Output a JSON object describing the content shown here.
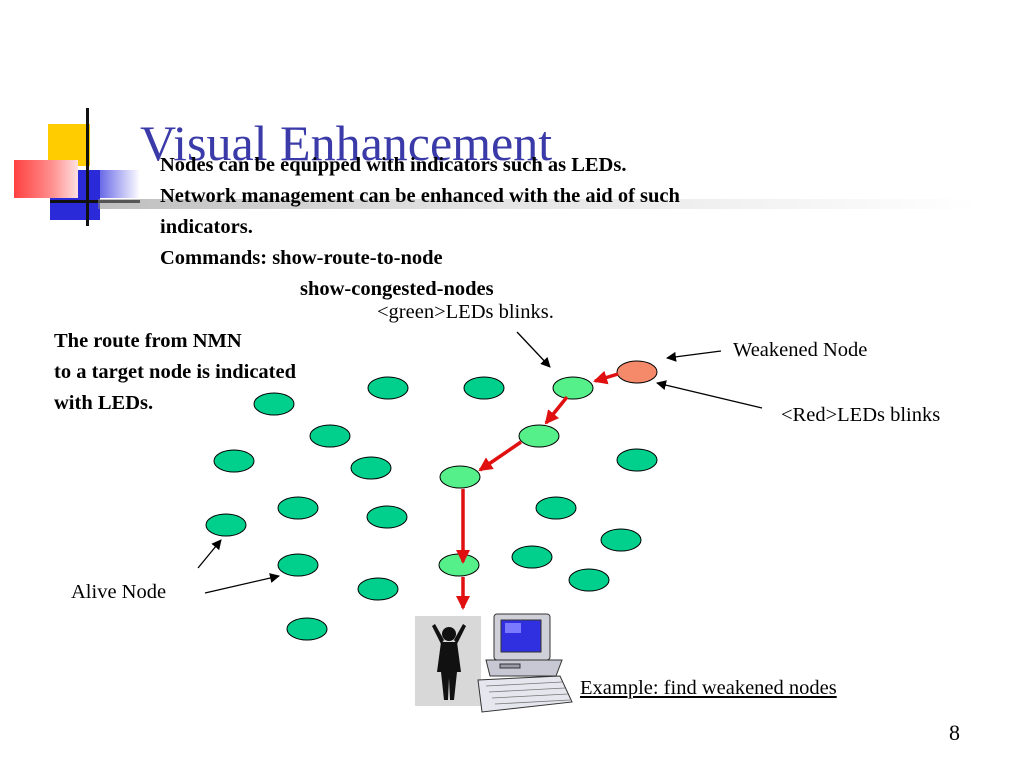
{
  "slide": {
    "title": "Visual Enhancement",
    "page_number": "8"
  },
  "bullets": [
    "Nodes can be equipped with  indicators such as LEDs.",
    "Network management can be enhanced with the aid of such",
    "indicators.",
    "Commands: show-route-to-node",
    "show-congested-nodes"
  ],
  "labels": {
    "green_leds": "<green>LEDs blinks.",
    "weakened_node": "Weakened Node",
    "red_leds": "<Red>LEDs blinks",
    "route_text": [
      "The route  from NMN",
      "to a target node is indicated",
      "with LEDs."
    ],
    "alive_node": "Alive Node",
    "example": "Example: find  weakened nodes"
  },
  "colors": {
    "title": "#3a3aa8",
    "alive_node_fill": "#00d08c",
    "route_node_fill": "#55f08a",
    "weakened_node_fill": "#f58a6a",
    "route_arrow": "#e01010"
  },
  "icons": {
    "decoration": "square-collage",
    "nmn": "person-and-computer-icon"
  }
}
